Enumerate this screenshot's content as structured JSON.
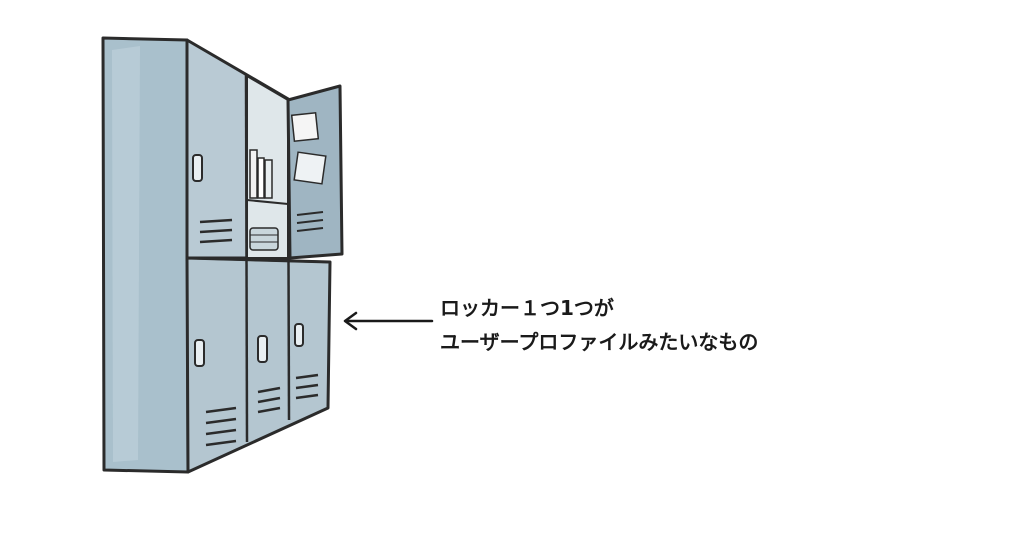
{
  "annotation": {
    "line1": "ロッカー１つ1つが",
    "line2": "ユーザープロファイルみたいなもの"
  },
  "illustration": {
    "subject": "locker-cabinet",
    "colors": {
      "panel": "#b7c9d3",
      "panel_dark": "#94abb8",
      "panel_light": "#cfdde4",
      "outline": "#2b2b2b",
      "interior": "#dfe7ea"
    }
  },
  "arrow": {
    "direction": "left"
  }
}
